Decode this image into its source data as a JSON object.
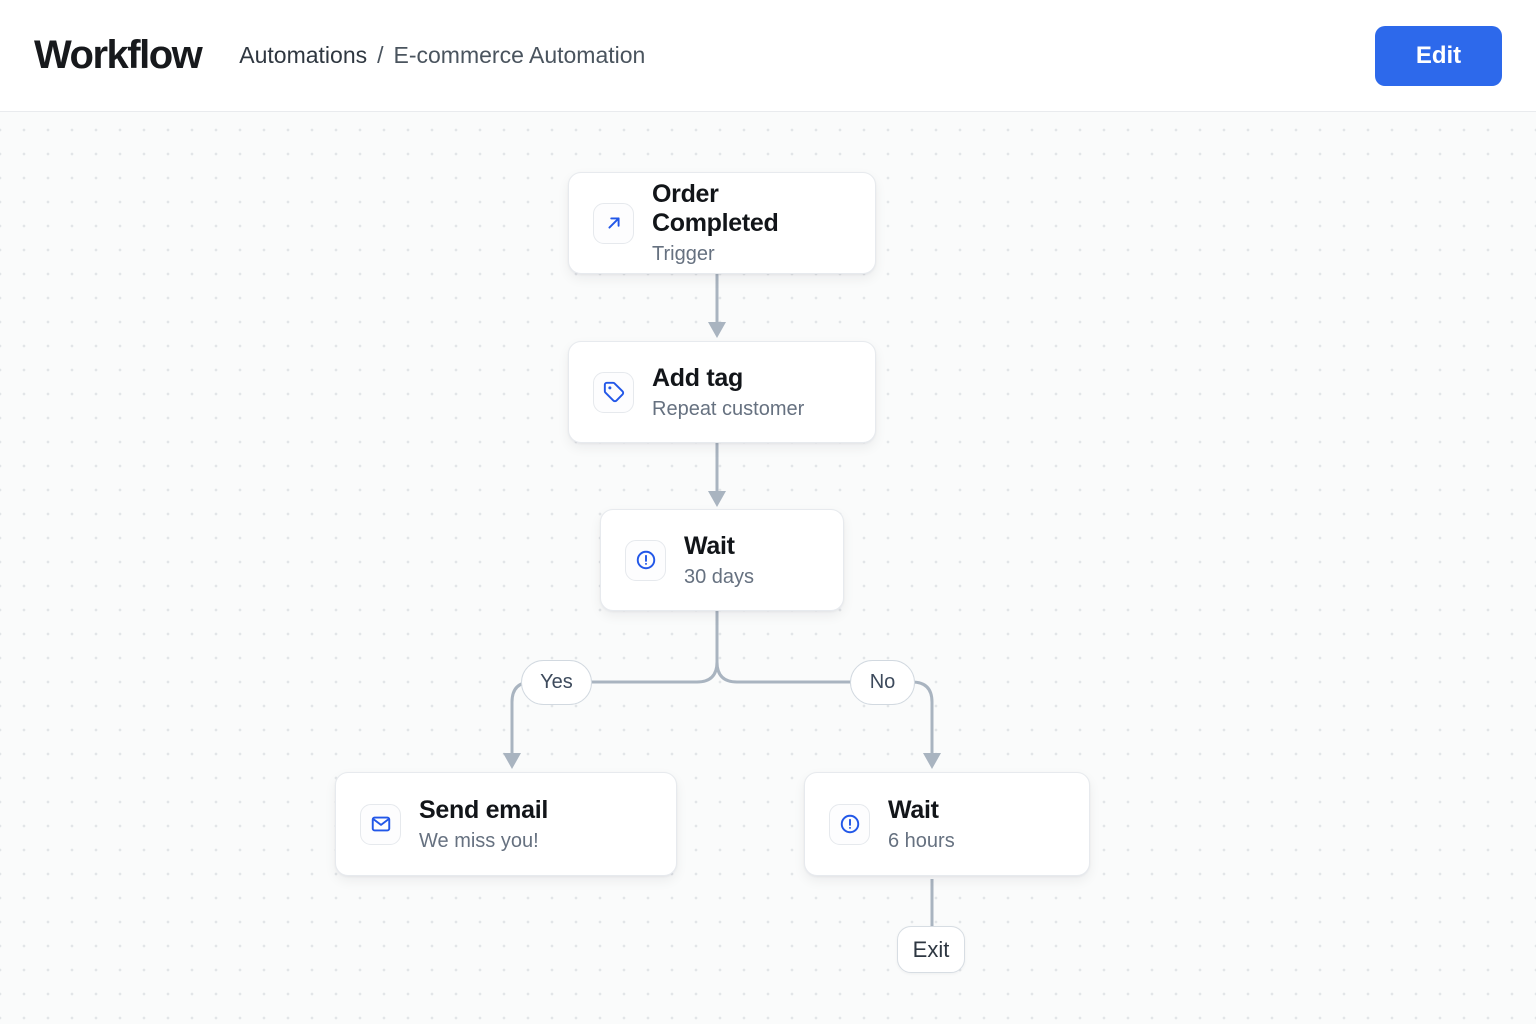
{
  "header": {
    "app_title": "Workflow",
    "breadcrumb": {
      "section": "Automations",
      "separator": "/",
      "page": "E-commerce Automation"
    },
    "edit_button_label": "Edit"
  },
  "canvas": {
    "nodes": [
      {
        "id": "order-completed",
        "icon": "arrow-up-right-icon",
        "title": "Order Completed",
        "subtitle": "Trigger"
      },
      {
        "id": "add-tag",
        "icon": "tag-icon",
        "title": "Add tag",
        "subtitle": "Repeat customer"
      },
      {
        "id": "wait-30-days",
        "icon": "alert-circle-icon",
        "title": "Wait",
        "subtitle": "30 days"
      },
      {
        "id": "send-email",
        "icon": "mail-icon",
        "title": "Send email",
        "subtitle": "We miss you!"
      },
      {
        "id": "wait-6-hours",
        "icon": "alert-circle-icon",
        "title": "Wait",
        "subtitle": "6 hours"
      }
    ],
    "branch_labels": {
      "yes": "Yes",
      "no": "No"
    },
    "exit_label": "Exit"
  },
  "colors": {
    "accent_blue": "#2d69eb",
    "icon_blue": "#2257e8",
    "connector_gray": "#a9b4c0",
    "canvas_background": "#fafbfb",
    "title_text": "#121519",
    "subtitle_text": "#667180"
  }
}
